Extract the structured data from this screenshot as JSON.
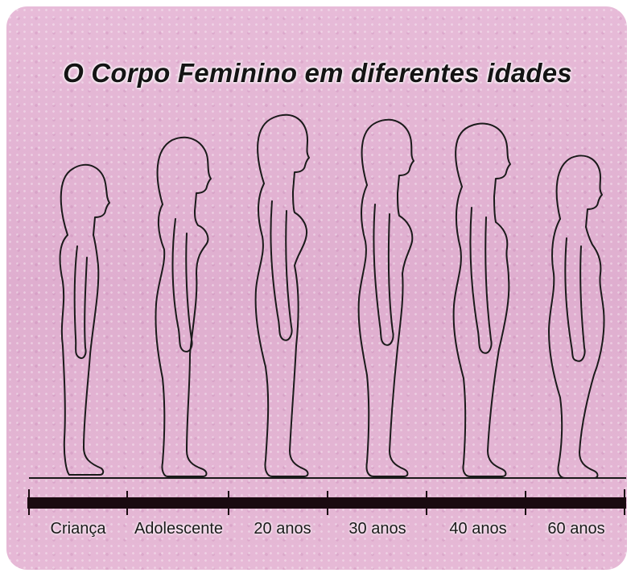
{
  "title": "O Corpo Feminino em diferentes idades",
  "colors": {
    "background": "#e3b4d3",
    "outline": "#1a1a1a",
    "timeline": "#1a0a10"
  },
  "stages": [
    {
      "label": "Criança"
    },
    {
      "label": "Adolescente"
    },
    {
      "label": "20 anos"
    },
    {
      "label": "30 anos"
    },
    {
      "label": "40 anos"
    },
    {
      "label": "60 anos"
    }
  ]
}
